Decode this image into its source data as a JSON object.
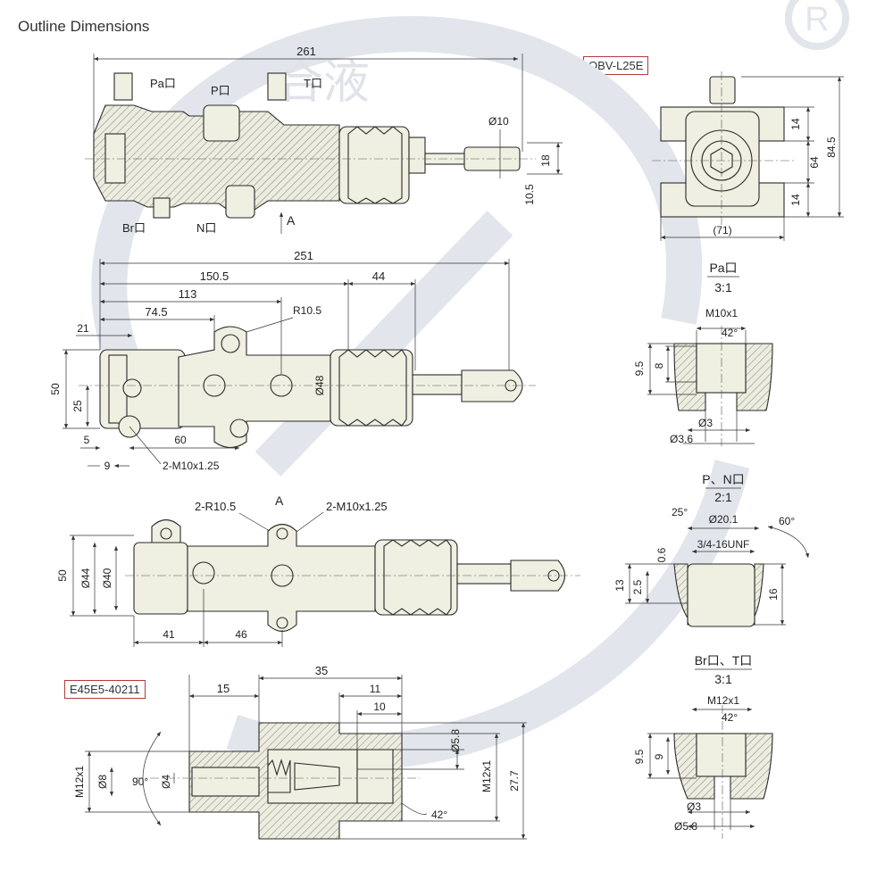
{
  "header": {
    "title": "Outline Dimensions"
  },
  "tags": {
    "model": "OBV-L25E",
    "valve_model": "E45E5-40211"
  },
  "watermark": {
    "text": "合液",
    "mark": "R"
  },
  "side_view": {
    "overall": "261",
    "ports": [
      "Pa口",
      "P口",
      "T口",
      "Br口",
      "N口"
    ],
    "section_mark": "A",
    "rod_diameter": "Ø10",
    "fork_width": "18",
    "fork_offset": "10.5"
  },
  "end_view": {
    "top": "14",
    "center": "64",
    "bottom": "14",
    "overall_height": "84.5",
    "width": "(71)"
  },
  "top_view": {
    "d251": "251",
    "d150": "150.5",
    "d44": "44",
    "d113": "113",
    "d74": "74.5",
    "d21": "21",
    "r105": "R10.5",
    "d48": "Ø48",
    "d50": "50",
    "d25": "25",
    "d5": "5",
    "d60": "60",
    "d9": "9",
    "thread": "2-M10x1.25"
  },
  "bottom_view": {
    "radius": "2-R10.5",
    "mark": "A",
    "thread": "2-M10x1.25",
    "d50": "50",
    "d44": "Ø44",
    "d40": "Ø40",
    "d41": "41",
    "d46": "46"
  },
  "detail_pa": {
    "title": "Pa口",
    "scale": "3:1",
    "thread": "M10x1",
    "angle": "42°",
    "d95": "9.5",
    "d8": "8",
    "hole": "Ø3",
    "outer": "Ø3.6"
  },
  "detail_pn": {
    "title": "P、N口",
    "scale": "2:1",
    "angle_left": "25°",
    "dia": "Ø20.1",
    "angle_right": "60°",
    "thread": "3/4-16UNF",
    "d06": "0.6",
    "d13": "13",
    "d25": "2.5",
    "d16": "16"
  },
  "detail_br": {
    "title": "Br口、T口",
    "scale": "3:1",
    "thread": "M12x1",
    "angle": "42°",
    "d95": "9.5",
    "d9": "9",
    "hole": "Ø3",
    "outer": "Ø5.8"
  },
  "valve": {
    "d35": "35",
    "d15": "15",
    "d11": "11",
    "d10": "10",
    "d58": "Ø5.8",
    "thread_left": "M12x1",
    "d8": "Ø8",
    "angle": "90°",
    "d4": "Ø4",
    "thread_right": "M12x1",
    "d277": "27.7",
    "angle2": "42°"
  }
}
